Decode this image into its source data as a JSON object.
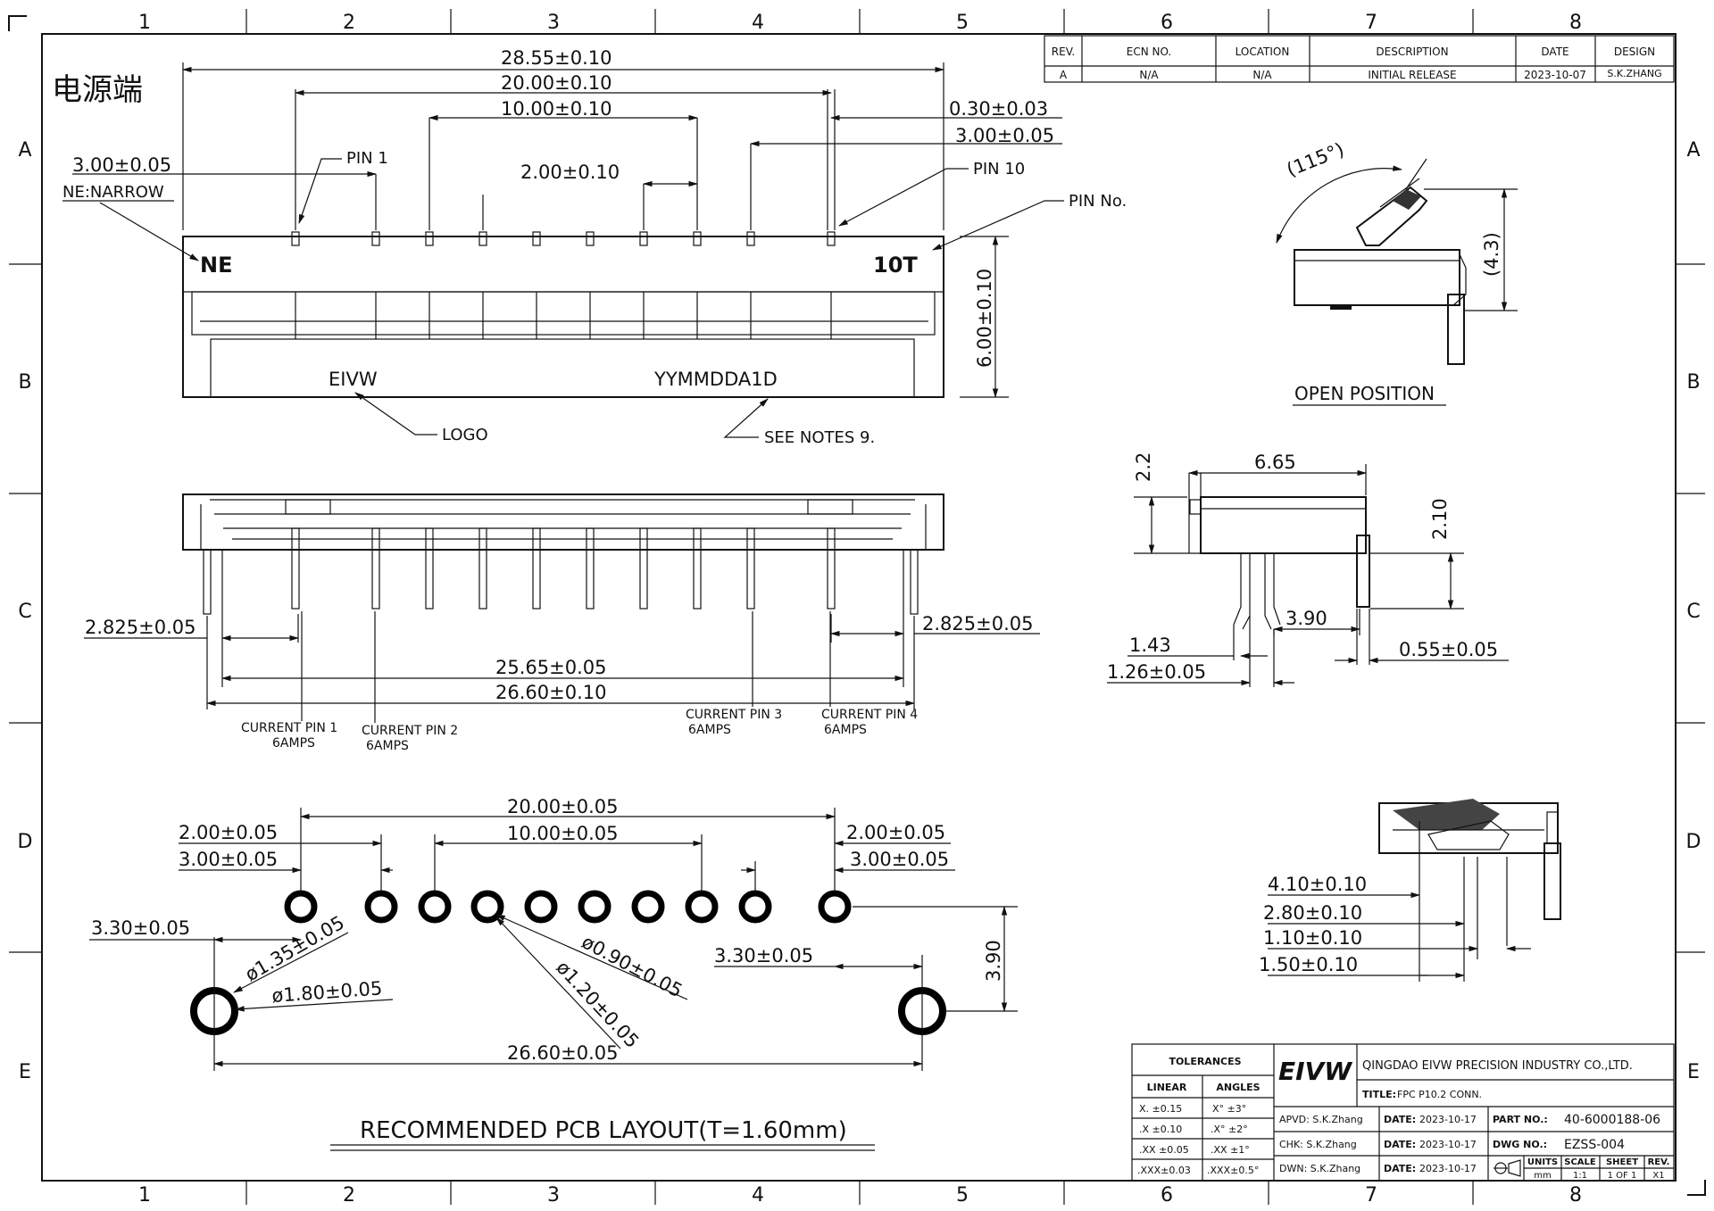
{
  "grid": {
    "columns": [
      "1",
      "2",
      "3",
      "4",
      "5",
      "6",
      "7",
      "8"
    ],
    "rows": [
      "A",
      "B",
      "C",
      "D",
      "E"
    ]
  },
  "revision": {
    "headers": [
      "REV.",
      "ECN NO.",
      "LOCATION",
      "DESCRIPTION",
      "DATE",
      "DESIGN"
    ],
    "row": [
      "A",
      "N/A",
      "N/A",
      "INITIAL RELEASE",
      "2023-10-07",
      "S.K.ZHANG"
    ]
  },
  "top_view": {
    "title": "电源端",
    "dims": [
      "28.55±0.10",
      "20.00±0.10",
      "10.00±0.10",
      "0.30±0.03",
      "3.00±0.05",
      "3.00±0.05",
      "2.00±0.10",
      "6.00±0.10"
    ],
    "narrow_note": "NE:NARROW",
    "pin1": "PIN 1",
    "pin10": "PIN 10",
    "pin_no": "PIN No.",
    "ne_mark": "NE",
    "count_mark": "10T",
    "logo_text": "EIVW",
    "date_code": "YYMMDDA1D",
    "logo_label": "LOGO",
    "notes_label": "SEE NOTES 9."
  },
  "front_view": {
    "dims": [
      "2.825±0.05",
      "2.825±0.05",
      "25.65±0.05",
      "26.60±0.10"
    ],
    "current_pins": [
      {
        "name": "CURRENT PIN 1",
        "amps": "6AMPS"
      },
      {
        "name": "CURRENT PIN 2",
        "amps": "6AMPS"
      },
      {
        "name": "CURRENT PIN 3",
        "amps": "6AMPS"
      },
      {
        "name": "CURRENT PIN 4",
        "amps": "6AMPS"
      }
    ]
  },
  "open_view": {
    "angle": "(115°)",
    "height": "(4.3)",
    "caption": "OPEN POSITION"
  },
  "side_view": {
    "dims": [
      "2.2",
      "6.65",
      "2.10",
      "3.90",
      "1.43",
      "1.26±0.05",
      "0.55±0.05"
    ]
  },
  "section_view": {
    "dims": [
      "4.10±0.10",
      "2.80±0.10",
      "1.10±0.10",
      "1.50±0.10"
    ]
  },
  "pcb_layout": {
    "dims": [
      "20.00±0.05",
      "2.00±0.05",
      "10.00±0.05",
      "2.00±0.05",
      "3.00±0.05",
      "3.00±0.05",
      "3.30±0.05",
      "3.30±0.05",
      "3.90",
      "26.60±0.05"
    ],
    "holes": [
      "ø1.35±0.05",
      "ø1.80±0.05",
      "ø0.90±0.05",
      "ø1.20±0.05"
    ],
    "title": "RECOMMENDED PCB LAYOUT(T=1.60mm)"
  },
  "title_block": {
    "tolerances_title": "TOLERANCES",
    "linear_head": "LINEAR",
    "angles_head": "ANGLES",
    "linear": [
      "X.  ±0.15",
      ".X  ±0.10",
      ".XX ±0.05",
      ".XXX±0.03"
    ],
    "angles": [
      "X°  ±3°",
      ".X°  ±2°",
      ".XX ±1°",
      ".XXX±0.5°"
    ],
    "logo": "EIVW",
    "company": "QINGDAO EIVW PRECISION INDUSTRY CO.,LTD.",
    "title_label": "TITLE:",
    "title_value": "FPC P10.2 CONN.",
    "apvd": "APVD: S.K.Zhang",
    "chk": "CHK: S.K.Zhang",
    "dwn": "DWN: S.K.Zhang",
    "date_label": "DATE:",
    "dates": [
      "2023-10-17",
      "2023-10-17",
      "2023-10-17"
    ],
    "part_label": "PART NO.:",
    "part_no": "40-6000188-06",
    "dwg_label": "DWG NO.:",
    "dwg_no": "EZSS-004",
    "units_head": "UNITS",
    "units": "mm",
    "scale_head": "SCALE",
    "scale": "1:1",
    "sheet_head": "SHEET",
    "sheet": "1 OF 1",
    "rev_head": "REV.",
    "rev": "X1"
  }
}
